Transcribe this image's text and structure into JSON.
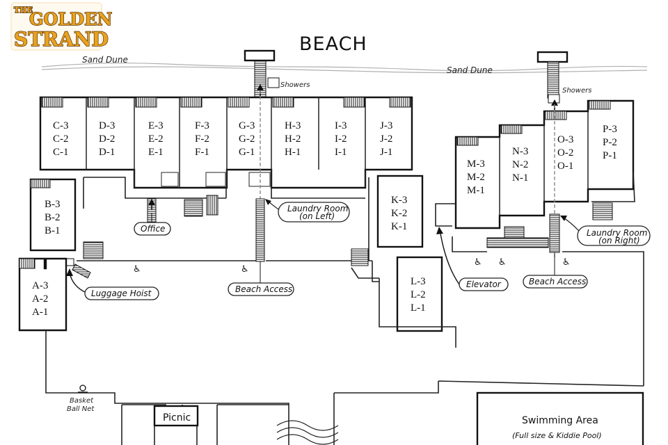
{
  "logo": {
    "the": "THE",
    "word1": "GOLDEN",
    "word2": "STRAND"
  },
  "map_title": "BEACH",
  "sand_dune_labels": [
    "Sand Dune",
    "Sand Dune"
  ],
  "showers_labels": [
    "Showers",
    "Showers"
  ],
  "units": [
    {
      "id": "C",
      "floors": [
        "C-3",
        "C-2",
        "C-1"
      ]
    },
    {
      "id": "D",
      "floors": [
        "D-3",
        "D-2",
        "D-1"
      ]
    },
    {
      "id": "E",
      "floors": [
        "E-3",
        "E-2",
        "E-1"
      ]
    },
    {
      "id": "F",
      "floors": [
        "F-3",
        "F-2",
        "F-1"
      ]
    },
    {
      "id": "G",
      "floors": [
        "G-3",
        "G-2",
        "G-1"
      ]
    },
    {
      "id": "H",
      "floors": [
        "H-3",
        "H-2",
        "H-1"
      ]
    },
    {
      "id": "I",
      "floors": [
        "I-3",
        "I-2",
        "I-1"
      ]
    },
    {
      "id": "J",
      "floors": [
        "J-3",
        "J-2",
        "J-1"
      ]
    },
    {
      "id": "B",
      "floors": [
        "B-3",
        "B-2",
        "B-1"
      ]
    },
    {
      "id": "A",
      "floors": [
        "A-3",
        "A-2",
        "A-1"
      ]
    },
    {
      "id": "K",
      "floors": [
        "K-3",
        "K-2",
        "K-1"
      ]
    },
    {
      "id": "L",
      "floors": [
        "L-3",
        "L-2",
        "L-1"
      ]
    },
    {
      "id": "M",
      "floors": [
        "M-3",
        "M-2",
        "M-1"
      ]
    },
    {
      "id": "N",
      "floors": [
        "N-3",
        "N-2",
        "N-1"
      ]
    },
    {
      "id": "O",
      "floors": [
        "O-3",
        "O-2",
        "O-1"
      ]
    },
    {
      "id": "P",
      "floors": [
        "P-3",
        "P-2",
        "P-1"
      ]
    }
  ],
  "callouts": {
    "office": "Office",
    "laundry_left": "Laundry Room",
    "laundry_left_sub": "(on Left)",
    "beach_access_left": "Beach Access",
    "luggage_hoist": "Luggage Hoist",
    "laundry_right": "Laundry Room",
    "laundry_right_sub": "(on Right)",
    "elevator": "Elevator",
    "beach_access_right": "Beach Access"
  },
  "basketball": [
    "Basket",
    "Ball Net"
  ],
  "picnic": "Picnic",
  "swimming": {
    "title": "Swimming Area",
    "subtitle": "(Full size & Kiddie Pool)"
  },
  "accessible_symbol": "♿"
}
